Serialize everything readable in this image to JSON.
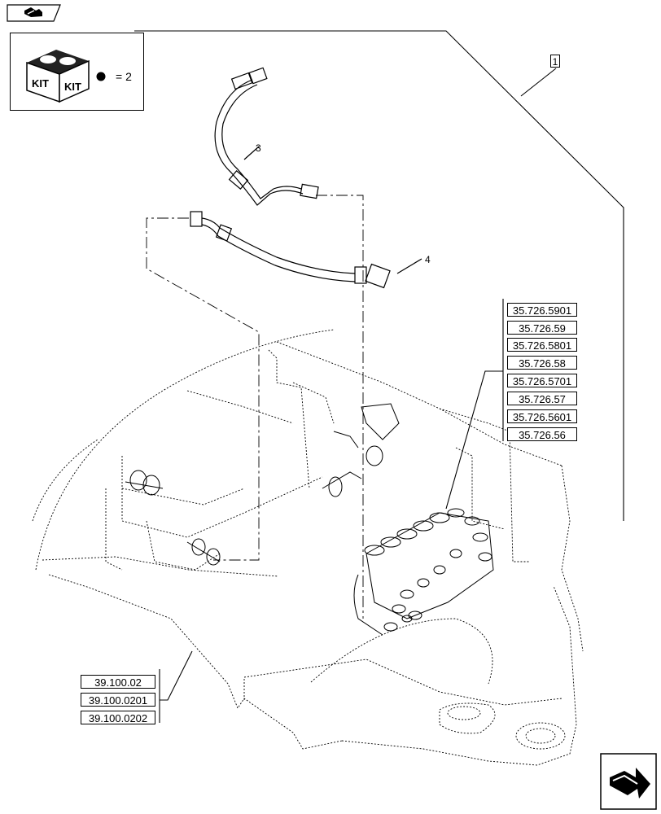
{
  "kit": {
    "quantity_text": "= 2",
    "icon": "kit-box-icon"
  },
  "callouts": {
    "item1": "1",
    "item3": "3",
    "item4": "4"
  },
  "refs_right": [
    "35.726.5901",
    "35.726.59",
    "35.726.5801",
    "35.726.58",
    "35.726.5701",
    "35.726.57",
    "35.726.5601",
    "35.726.56"
  ],
  "refs_left": [
    "39.100.02",
    "39.100.0201",
    "39.100.0202"
  ],
  "icons": {
    "top_nav": "back-arrow-icon",
    "bottom_nav": "next-page-arrow-icon"
  }
}
